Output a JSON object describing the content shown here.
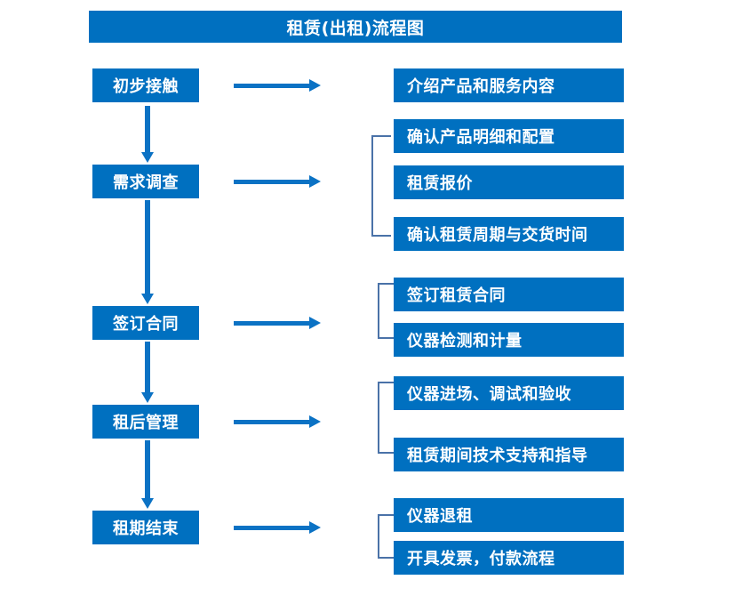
{
  "diagram": {
    "title": "租赁(出租)流程图",
    "colors": {
      "box_fill": "#0070c0",
      "box_text": "#ffffff",
      "arrow": "#0b72c4",
      "bracket": "#4a72a8",
      "background": "#ffffff"
    },
    "stages": [
      {
        "id": "stage-1",
        "label": "初步接触"
      },
      {
        "id": "stage-2",
        "label": "需求调查"
      },
      {
        "id": "stage-3",
        "label": "签订合同"
      },
      {
        "id": "stage-4",
        "label": "租后管理"
      },
      {
        "id": "stage-5",
        "label": "租期结束"
      }
    ],
    "details": [
      {
        "id": "detail-1-1",
        "stage": "初步接触",
        "label": "介绍产品和服务内容"
      },
      {
        "id": "detail-2-1",
        "stage": "需求调查",
        "label": "确认产品明细和配置"
      },
      {
        "id": "detail-2-2",
        "stage": "需求调查",
        "label": "租赁报价"
      },
      {
        "id": "detail-2-3",
        "stage": "需求调查",
        "label": "确认租赁周期与交货时间"
      },
      {
        "id": "detail-3-1",
        "stage": "签订合同",
        "label": "签订租赁合同"
      },
      {
        "id": "detail-3-2",
        "stage": "签订合同",
        "label": "仪器检测和计量"
      },
      {
        "id": "detail-4-1",
        "stage": "租后管理",
        "label": "仪器进场、调试和验收"
      },
      {
        "id": "detail-4-2",
        "stage": "租后管理",
        "label": "租赁期间技术支持和指导"
      },
      {
        "id": "detail-5-1",
        "stage": "租期结束",
        "label": "仪器退租"
      },
      {
        "id": "detail-5-2",
        "stage": "租期结束",
        "label": "开具发票，付款流程"
      }
    ],
    "connectors": {
      "horizontal_arrow_count": 5,
      "vertical_arrow_count": 4,
      "bracket_count": 4
    }
  }
}
